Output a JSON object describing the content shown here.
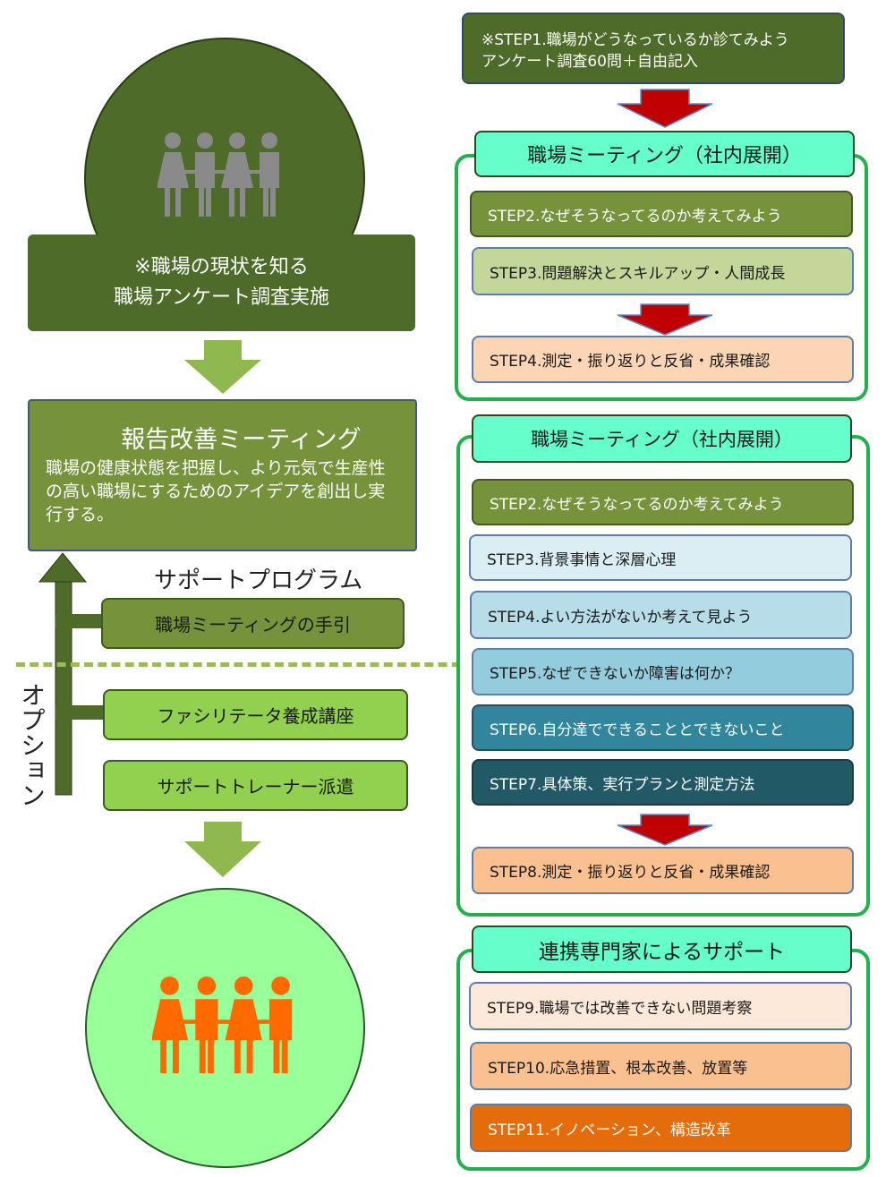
{
  "colors": {
    "dark_green": "#4e6b2a",
    "mid_green": "#76933c",
    "light_green_box": "#92d050",
    "pale_green_circle": "#99ff99",
    "people_gray": "#7f7f7f",
    "people_orange": "#ff6a00",
    "mint_title": "#66ffcc",
    "red_arrow": "#c00000",
    "outline_green": "#22b14c"
  },
  "left": {
    "top_people_icon": "people-group-icon",
    "survey_box": {
      "line1": "※職場の現状を知る",
      "line2": "職場アンケート調査実施"
    },
    "report_box": {
      "title": "報告改善ミーティング",
      "body": "職場の健康状態を把握し、より元気で生産性の高い職場にするためのアイデアを創出し実行する。"
    },
    "support_heading": "サポートプログラム",
    "support_item": "職場ミーティングの手引",
    "option_label": "オプション",
    "option_items": [
      "ファシリテータ養成講座",
      "サポートトレーナー派遣"
    ],
    "bottom_people_icon": "people-group-icon"
  },
  "right": {
    "step1": {
      "line1": "※STEP1.職場がどうなっているか診てみよう",
      "line2": "アンケート調査60問＋自由記入"
    },
    "group1": {
      "title": "職場ミーティング（社内展開）",
      "steps": [
        "STEP2.なぜそうなってるのか考えてみよう",
        "STEP3.問題解決とスキルアップ・人間成長",
        "STEP4.測定・振り返りと反省・成果確認"
      ]
    },
    "group2": {
      "title": "職場ミーティング（社内展開）",
      "steps": [
        "STEP2.なぜそうなってるのか考えてみよう",
        "STEP3.背景事情と深層心理",
        "STEP4.よい方法がないか考えて見よう",
        "STEP5.なぜできないか障害は何か？",
        "STEP6.自分達でできることとできないこと",
        "STEP7.具体策、実行プランと測定方法",
        "STEP8.測定・振り返りと反省・成果確認"
      ]
    },
    "group3": {
      "title": "連携専門家によるサポート",
      "steps": [
        "STEP9.職場では改善できない問題考察",
        "STEP10.応急措置、根本改善、放置等",
        "STEP11.イノベーション、構造改革"
      ]
    }
  }
}
